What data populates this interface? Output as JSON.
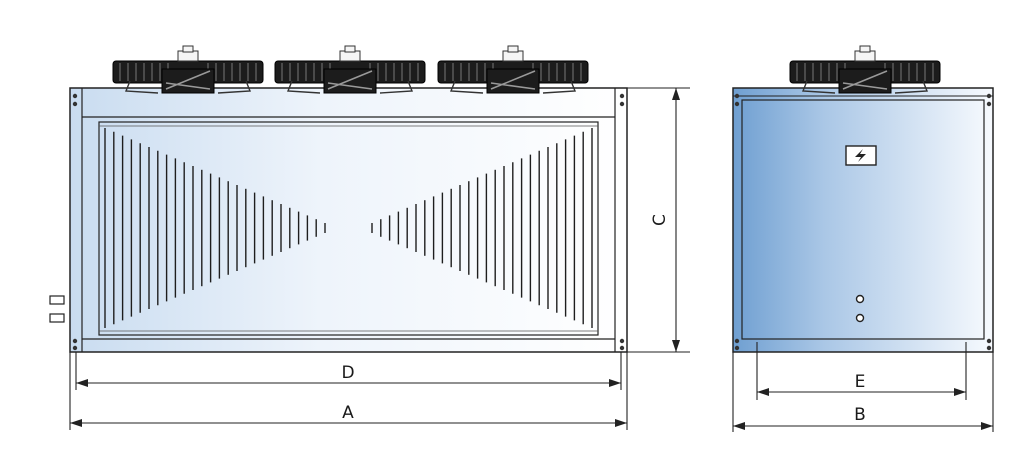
{
  "dimensions": {
    "A": "A",
    "B": "B",
    "C": "C",
    "D": "D",
    "E": "E"
  },
  "icons": {
    "side_panel_symbol": "lightning-icon"
  },
  "colors": {
    "panel_light": "#f4f8fd",
    "panel_mid": "#d6e5f5",
    "panel_dark": "#6f9fd1",
    "fan_black": "#1c1c1c",
    "line": "#222222"
  }
}
